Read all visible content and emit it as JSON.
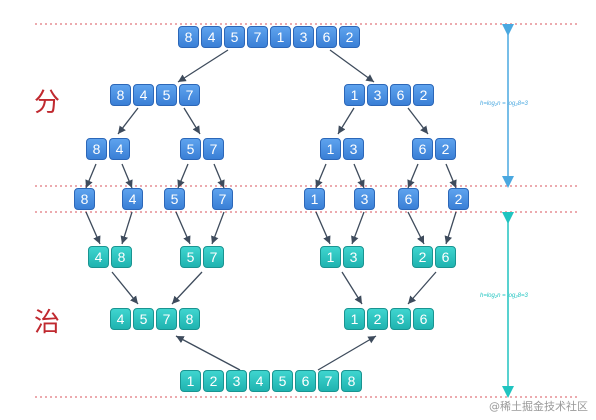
{
  "labels": {
    "divide": "分",
    "conquer": "治"
  },
  "formula": {
    "top": "h=log₂n = log₂8=3",
    "bottom": "h=log₂n = log₂8=3"
  },
  "watermark": "@稀土掘金技术社区",
  "colors": {
    "divide_cell": "#4a90e2",
    "conquer_cell": "#2ec4c0",
    "guide_line": "#d9545c",
    "arrow": "#3e4b5c",
    "height_blue": "#4aa8e0",
    "height_teal": "#20c4c0"
  },
  "rows": [
    {
      "id": "r0",
      "kind": "divide",
      "groups": [
        [
          "8",
          "4",
          "5",
          "7",
          "1",
          "3",
          "6",
          "2"
        ]
      ]
    },
    {
      "id": "r1",
      "kind": "divide",
      "groups": [
        [
          "8",
          "4",
          "5",
          "7"
        ],
        [
          "1",
          "3",
          "6",
          "2"
        ]
      ]
    },
    {
      "id": "r2",
      "kind": "divide",
      "groups": [
        [
          "8",
          "4"
        ],
        [
          "5",
          "7"
        ],
        [
          "1",
          "3"
        ],
        [
          "6",
          "2"
        ]
      ]
    },
    {
      "id": "r3",
      "kind": "divide",
      "groups": [
        [
          "8"
        ],
        [
          "4"
        ],
        [
          "5"
        ],
        [
          "7"
        ],
        [
          "1"
        ],
        [
          "3"
        ],
        [
          "6"
        ],
        [
          "2"
        ]
      ]
    },
    {
      "id": "r4",
      "kind": "conquer",
      "groups": [
        [
          "4",
          "8"
        ],
        [
          "5",
          "7"
        ],
        [
          "1",
          "3"
        ],
        [
          "2",
          "6"
        ]
      ]
    },
    {
      "id": "r5",
      "kind": "conquer",
      "groups": [
        [
          "4",
          "5",
          "7",
          "8"
        ],
        [
          "1",
          "2",
          "3",
          "6"
        ]
      ]
    },
    {
      "id": "r6",
      "kind": "conquer",
      "groups": [
        [
          "1",
          "2",
          "3",
          "4",
          "5",
          "6",
          "7",
          "8"
        ]
      ]
    }
  ]
}
